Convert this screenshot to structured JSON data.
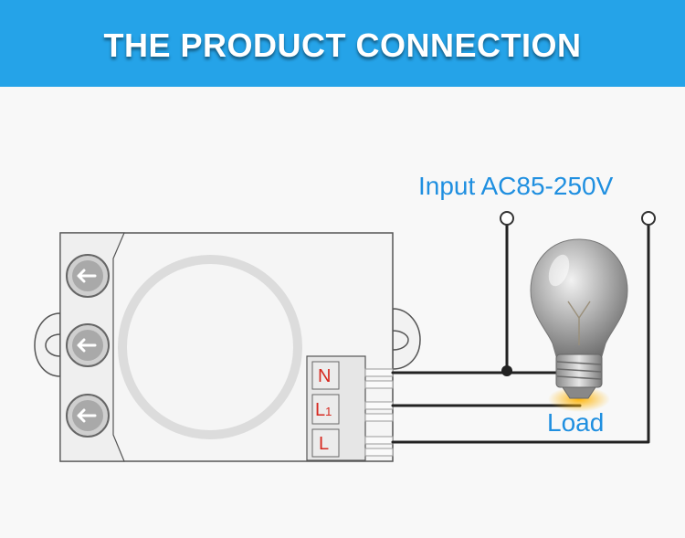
{
  "header": {
    "title": "THE PRODUCT CONNECTION"
  },
  "labels": {
    "input": "Input AC85-250V",
    "load": "Load"
  },
  "terminals": [
    {
      "letter": "N",
      "sub": ""
    },
    {
      "letter": "L",
      "sub": "1"
    },
    {
      "letter": "L",
      "sub": ""
    }
  ],
  "colors": {
    "header_bg": "#25a3e8",
    "label_blue": "#1f8fe0",
    "terminal_text": "#d6281f",
    "wire": "#222222"
  }
}
